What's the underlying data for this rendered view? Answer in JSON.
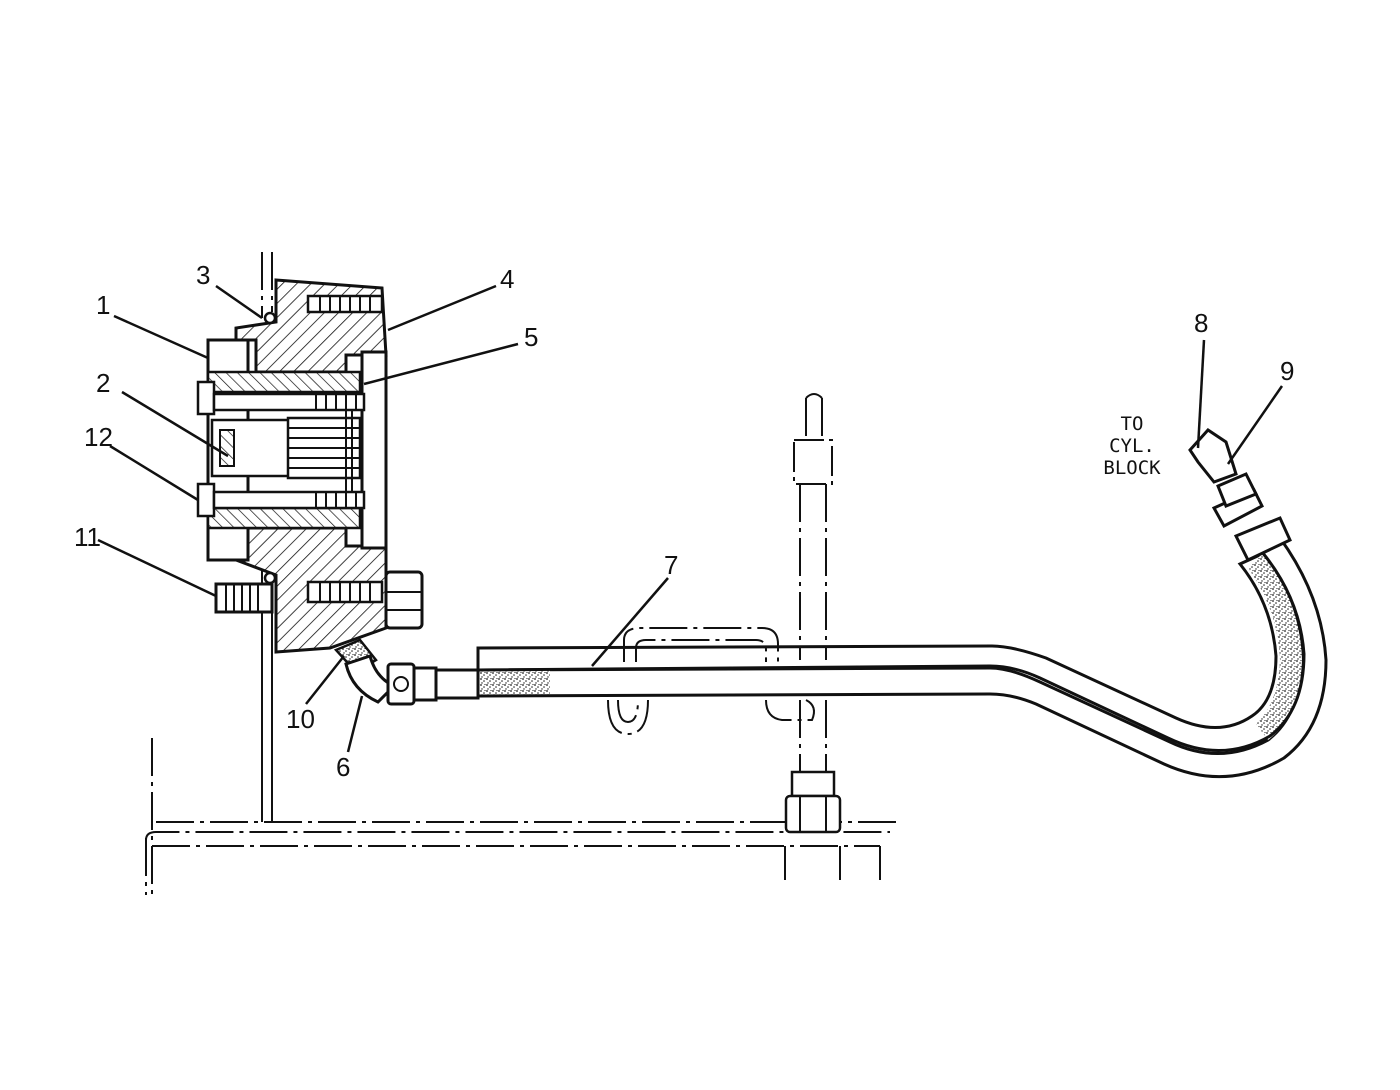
{
  "callouts": [
    {
      "id": "1",
      "label": "1"
    },
    {
      "id": "2",
      "label": "2"
    },
    {
      "id": "3",
      "label": "3"
    },
    {
      "id": "4",
      "label": "4"
    },
    {
      "id": "5",
      "label": "5"
    },
    {
      "id": "6",
      "label": "6"
    },
    {
      "id": "7",
      "label": "7"
    },
    {
      "id": "8",
      "label": "8"
    },
    {
      "id": "9",
      "label": "9"
    },
    {
      "id": "10",
      "label": "10"
    },
    {
      "id": "11",
      "label": "11"
    },
    {
      "id": "12",
      "label": "12"
    }
  ],
  "note": {
    "line1": "TO",
    "line2": "CYL.",
    "line3": "BLOCK"
  },
  "colors": {
    "ink": "#111111",
    "paper": "#ffffff"
  }
}
